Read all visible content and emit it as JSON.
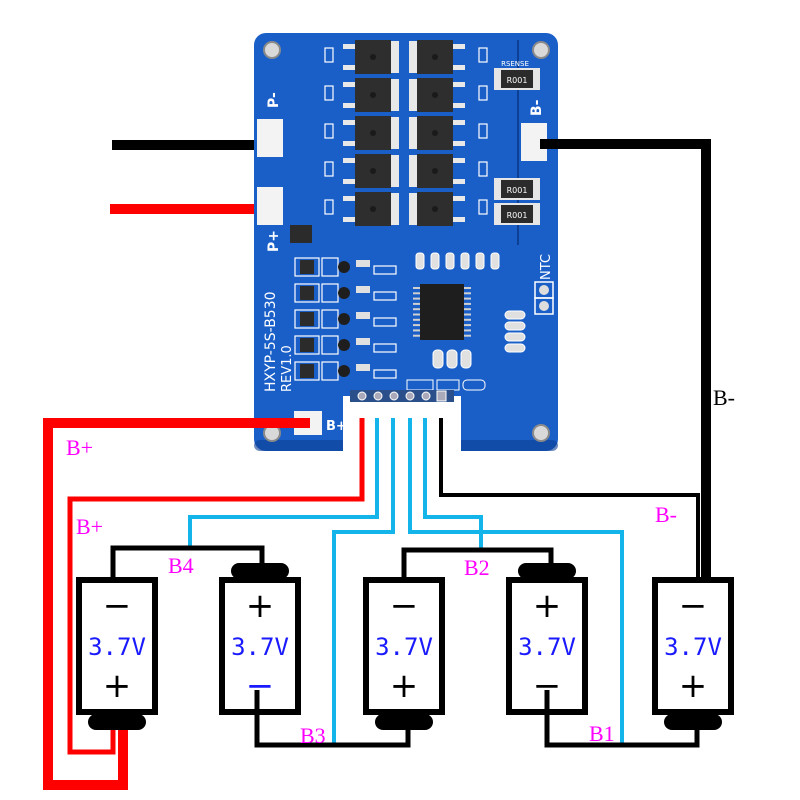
{
  "board": {
    "model": "HXYP-5S-B530",
    "revision": "REV1.0",
    "pad_labels": {
      "p_minus": "P-",
      "p_plus": "P+",
      "b_minus": "B-",
      "b_plus": "B+",
      "ntc": "NTC",
      "rsense": "RSENSE"
    },
    "shunt_resistors": [
      "R001",
      "R001",
      "R001"
    ],
    "mosfet_count": 10,
    "balance_connector_pins": 6,
    "colors": {
      "pcb": "#1a5fc8",
      "pcb_dark": "#0d3f94",
      "silkscreen": "#ffffff",
      "component": "#2b2b2b"
    }
  },
  "wire_labels": {
    "b_plus_board": "B+",
    "b_plus_lower": "B+",
    "b_minus_right": "B-",
    "b_minus_mid": "B-",
    "b4": "B4",
    "b3": "B3",
    "b2": "B2",
    "b1": "B1"
  },
  "cells": [
    {
      "voltage": "3.7V",
      "top_terminal": "−",
      "bottom_terminal": "+",
      "top_color": "black",
      "bottom_color": "black"
    },
    {
      "voltage": "3.7V",
      "top_terminal": "+",
      "bottom_terminal": "−",
      "top_color": "black",
      "bottom_color": "blue"
    },
    {
      "voltage": "3.7V",
      "top_terminal": "−",
      "bottom_terminal": "+",
      "top_color": "black",
      "bottom_color": "black"
    },
    {
      "voltage": "3.7V",
      "top_terminal": "+",
      "bottom_terminal": "−",
      "top_color": "black",
      "bottom_color": "black"
    },
    {
      "voltage": "3.7V",
      "top_terminal": "−",
      "bottom_terminal": "+",
      "top_color": "black",
      "bottom_color": "black"
    }
  ],
  "colors": {
    "wire_red": "#ff0000",
    "wire_black": "#000000",
    "wire_blue": "#12b4ea",
    "label_magenta": "#ff00ff",
    "label_black": "#000000",
    "voltage_text": "#1a1aff"
  }
}
